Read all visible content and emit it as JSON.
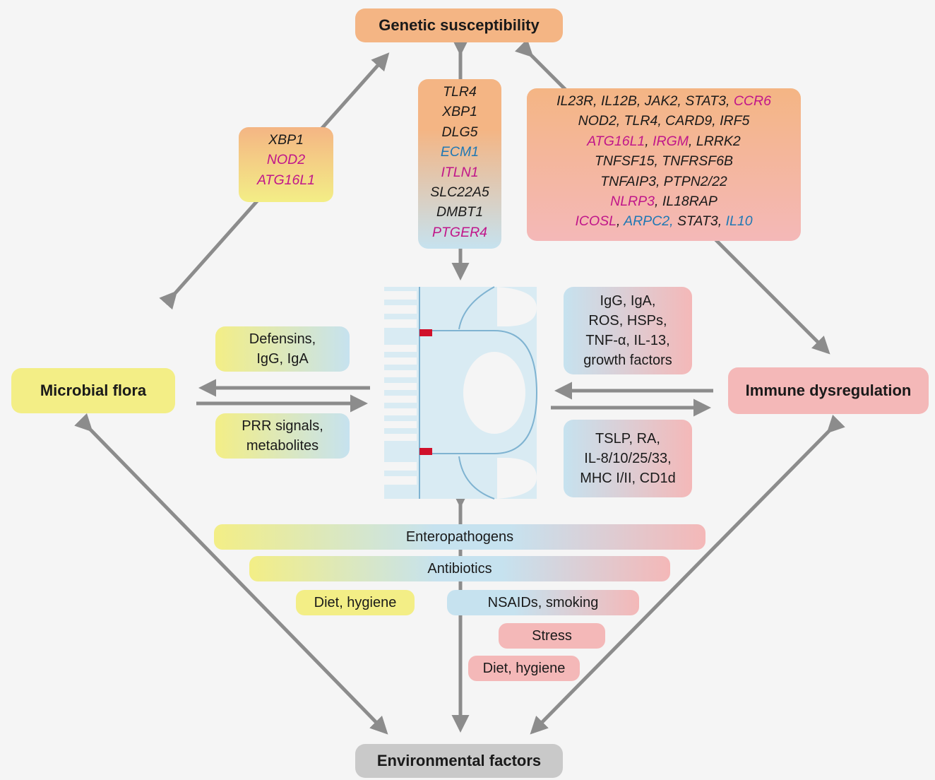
{
  "nodes": {
    "genetic": "Genetic susceptibility",
    "microbial": "Microbial flora",
    "immune": "Immune dysregulation",
    "environmental": "Environmental factors"
  },
  "colors": {
    "genetic_fill": "#f4b584",
    "microbial_fill": "#f3ee86",
    "immune_fill": "#f4b8b8",
    "environmental_fill": "#c9c9c9",
    "blue_fill": "#c6e2ef",
    "arrow": "#8c8c8c",
    "gene_magenta": "#c0168a",
    "gene_blue": "#1f78b4",
    "junction": "#d0102a"
  },
  "genes_left": [
    [
      {
        "t": "XBP1",
        "c": "black"
      }
    ],
    [
      {
        "t": "NOD2",
        "c": "magenta"
      }
    ],
    [
      {
        "t": "ATG16L1",
        "c": "magenta"
      }
    ]
  ],
  "genes_center": [
    [
      {
        "t": "TLR4",
        "c": "black"
      }
    ],
    [
      {
        "t": "XBP1",
        "c": "black"
      }
    ],
    [
      {
        "t": "DLG5",
        "c": "black"
      }
    ],
    [
      {
        "t": "ECM1",
        "c": "blue"
      }
    ],
    [
      {
        "t": "ITLN1",
        "c": "magenta"
      }
    ],
    [
      {
        "t": "SLC22A5",
        "c": "black"
      }
    ],
    [
      {
        "t": "DMBT1",
        "c": "black"
      }
    ],
    [
      {
        "t": "PTGER4",
        "c": "magenta"
      }
    ]
  ],
  "genes_right": [
    [
      {
        "t": "IL23R",
        "c": "black"
      },
      {
        "t": ", IL12B, ",
        "c": "black"
      },
      {
        "t": "JAK2",
        "c": "black"
      },
      {
        "t": ", ",
        "c": "black"
      },
      {
        "t": "STAT3",
        "c": "black"
      },
      {
        "t": ", ",
        "c": "black"
      },
      {
        "t": "CCR6",
        "c": "magenta"
      }
    ],
    [
      {
        "t": "NOD2",
        "c": "black"
      },
      {
        "t": ", ",
        "c": "black"
      },
      {
        "t": "TLR4",
        "c": "black"
      },
      {
        "t": ", ",
        "c": "black"
      },
      {
        "t": "CARD9",
        "c": "black"
      },
      {
        "t": ", ",
        "c": "black"
      },
      {
        "t": "IRF5",
        "c": "black"
      }
    ],
    [
      {
        "t": "ATG16L1",
        "c": "magenta"
      },
      {
        "t": ", ",
        "c": "black"
      },
      {
        "t": "IRGM",
        "c": "magenta"
      },
      {
        "t": ", ",
        "c": "black"
      },
      {
        "t": "LRRK2",
        "c": "black"
      }
    ],
    [
      {
        "t": "TNFSF15",
        "c": "black"
      },
      {
        "t": ", ",
        "c": "black"
      },
      {
        "t": "TNFRSF6B",
        "c": "black"
      }
    ],
    [
      {
        "t": "TNFAIP3",
        "c": "black"
      },
      {
        "t": ", ",
        "c": "black"
      },
      {
        "t": "PTPN2/22",
        "c": "black"
      }
    ],
    [
      {
        "t": "NLRP3",
        "c": "magenta"
      },
      {
        "t": ", ",
        "c": "black"
      },
      {
        "t": "IL18RAP",
        "c": "black"
      }
    ],
    [
      {
        "t": "ICOSL",
        "c": "magenta"
      },
      {
        "t": ", ",
        "c": "black"
      },
      {
        "t": "ARPC2,",
        "c": "blue"
      },
      {
        "t": " ",
        "c": "black"
      },
      {
        "t": "STAT3",
        "c": "black"
      },
      {
        "t": ", ",
        "c": "black"
      },
      {
        "t": "IL10",
        "c": "blue"
      }
    ]
  ],
  "molecules": {
    "left_top": [
      "Defensins,",
      "IgG, IgA"
    ],
    "left_bottom": [
      "PRR signals,",
      "metabolites"
    ],
    "right_top": [
      "IgG, IgA,",
      "ROS, HSPs,",
      "TNF-α, IL-13,",
      "growth factors"
    ],
    "right_bottom": [
      "TSLP, RA,",
      "IL-8/10/25/33,",
      "MHC I/II, CD1d"
    ]
  },
  "environment": {
    "enteropathogens": "Enteropathogens",
    "antibiotics": "Antibiotics",
    "diet_hygiene_left": "Diet, hygiene",
    "nsaids_smoking": "NSAIDs, smoking",
    "stress": "Stress",
    "diet_hygiene_right": "Diet, hygiene"
  }
}
